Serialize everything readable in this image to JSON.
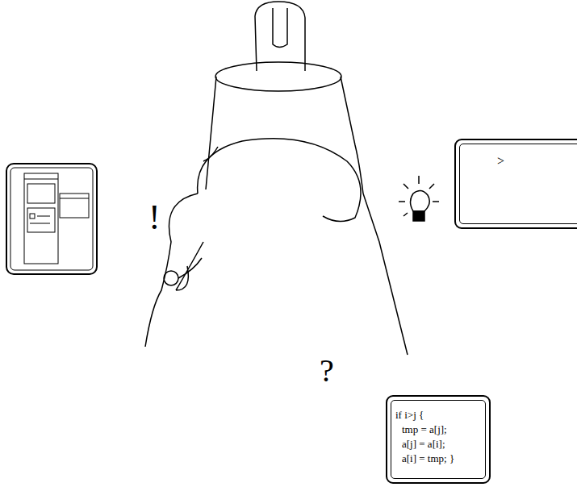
{
  "diagram": {
    "nodes": [
      {
        "text": [
          ">"
        ]
      },
      {
        "text": [
          "if i>j {",
          "tmp = a[j];",
          "a[j] = a[i];",
          "a[i] = tmp; }"
        ]
      }
    ],
    "labels": [
      "!",
      "?"
    ]
  }
}
